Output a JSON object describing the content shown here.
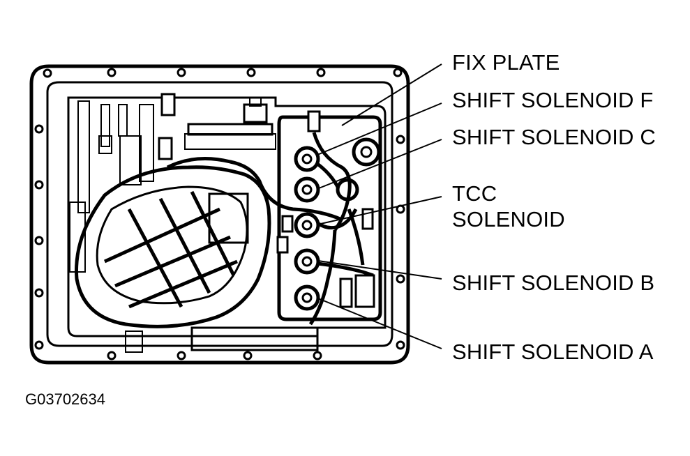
{
  "labels": {
    "fix_plate": "FIX PLATE",
    "shift_solenoid_f": "SHIFT SOLENOID F",
    "shift_solenoid_c": "SHIFT SOLENOID C",
    "tcc_line1": "TCC",
    "tcc_line2": "SOLENOID",
    "shift_solenoid_b": "SHIFT SOLENOID B",
    "shift_solenoid_a": "SHIFT SOLENOID A"
  },
  "figure_code": "G03702634"
}
